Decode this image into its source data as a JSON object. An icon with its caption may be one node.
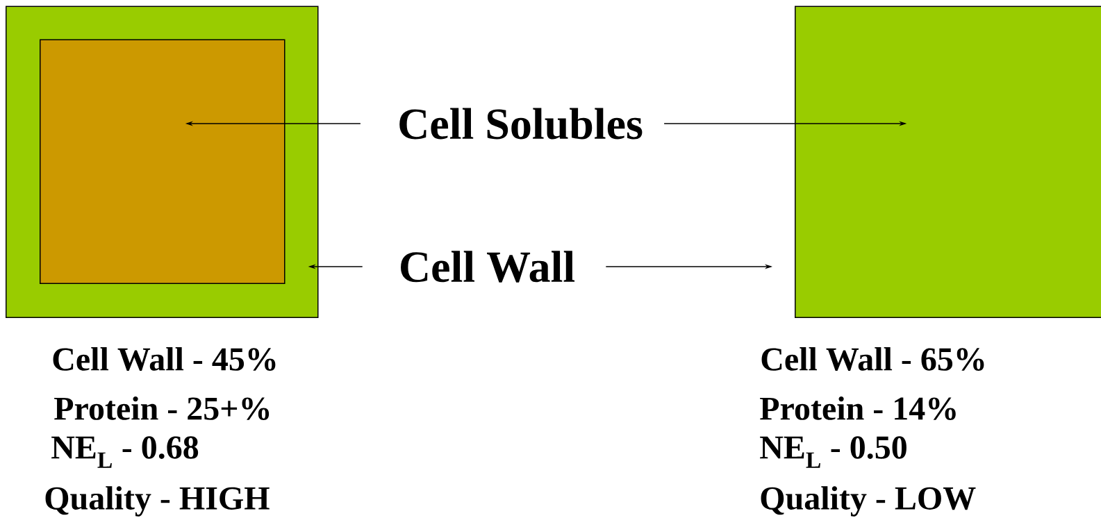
{
  "diagram": {
    "nodes": [
      {
        "text": [],
        "shape": "box"
      },
      {
        "text": [],
        "shape": "box",
        "in": 0
      },
      {
        "text": [],
        "shape": "box"
      },
      {
        "text": [
          "Cell Solubles"
        ]
      },
      {
        "text": [
          "Cell Wall"
        ]
      }
    ],
    "edges": [
      {
        "from": 3,
        "to": 1,
        "arrow": "to"
      },
      {
        "from": 3,
        "to": 2,
        "arrow": "to"
      },
      {
        "from": 4,
        "to": 0,
        "arrow": "to"
      },
      {
        "from": 4,
        "to": 2,
        "arrow": "to"
      }
    ],
    "labels": [
      "Cell Wall - 45%",
      "Cell Wall - 65%",
      "Protein - 25+%",
      "Protein - 14%",
      "NE$_{L}$ - 0.68",
      "NE$_{L}$ - 0.50",
      "Quality - HIGH",
      "Quality - LOW"
    ]
  }
}
